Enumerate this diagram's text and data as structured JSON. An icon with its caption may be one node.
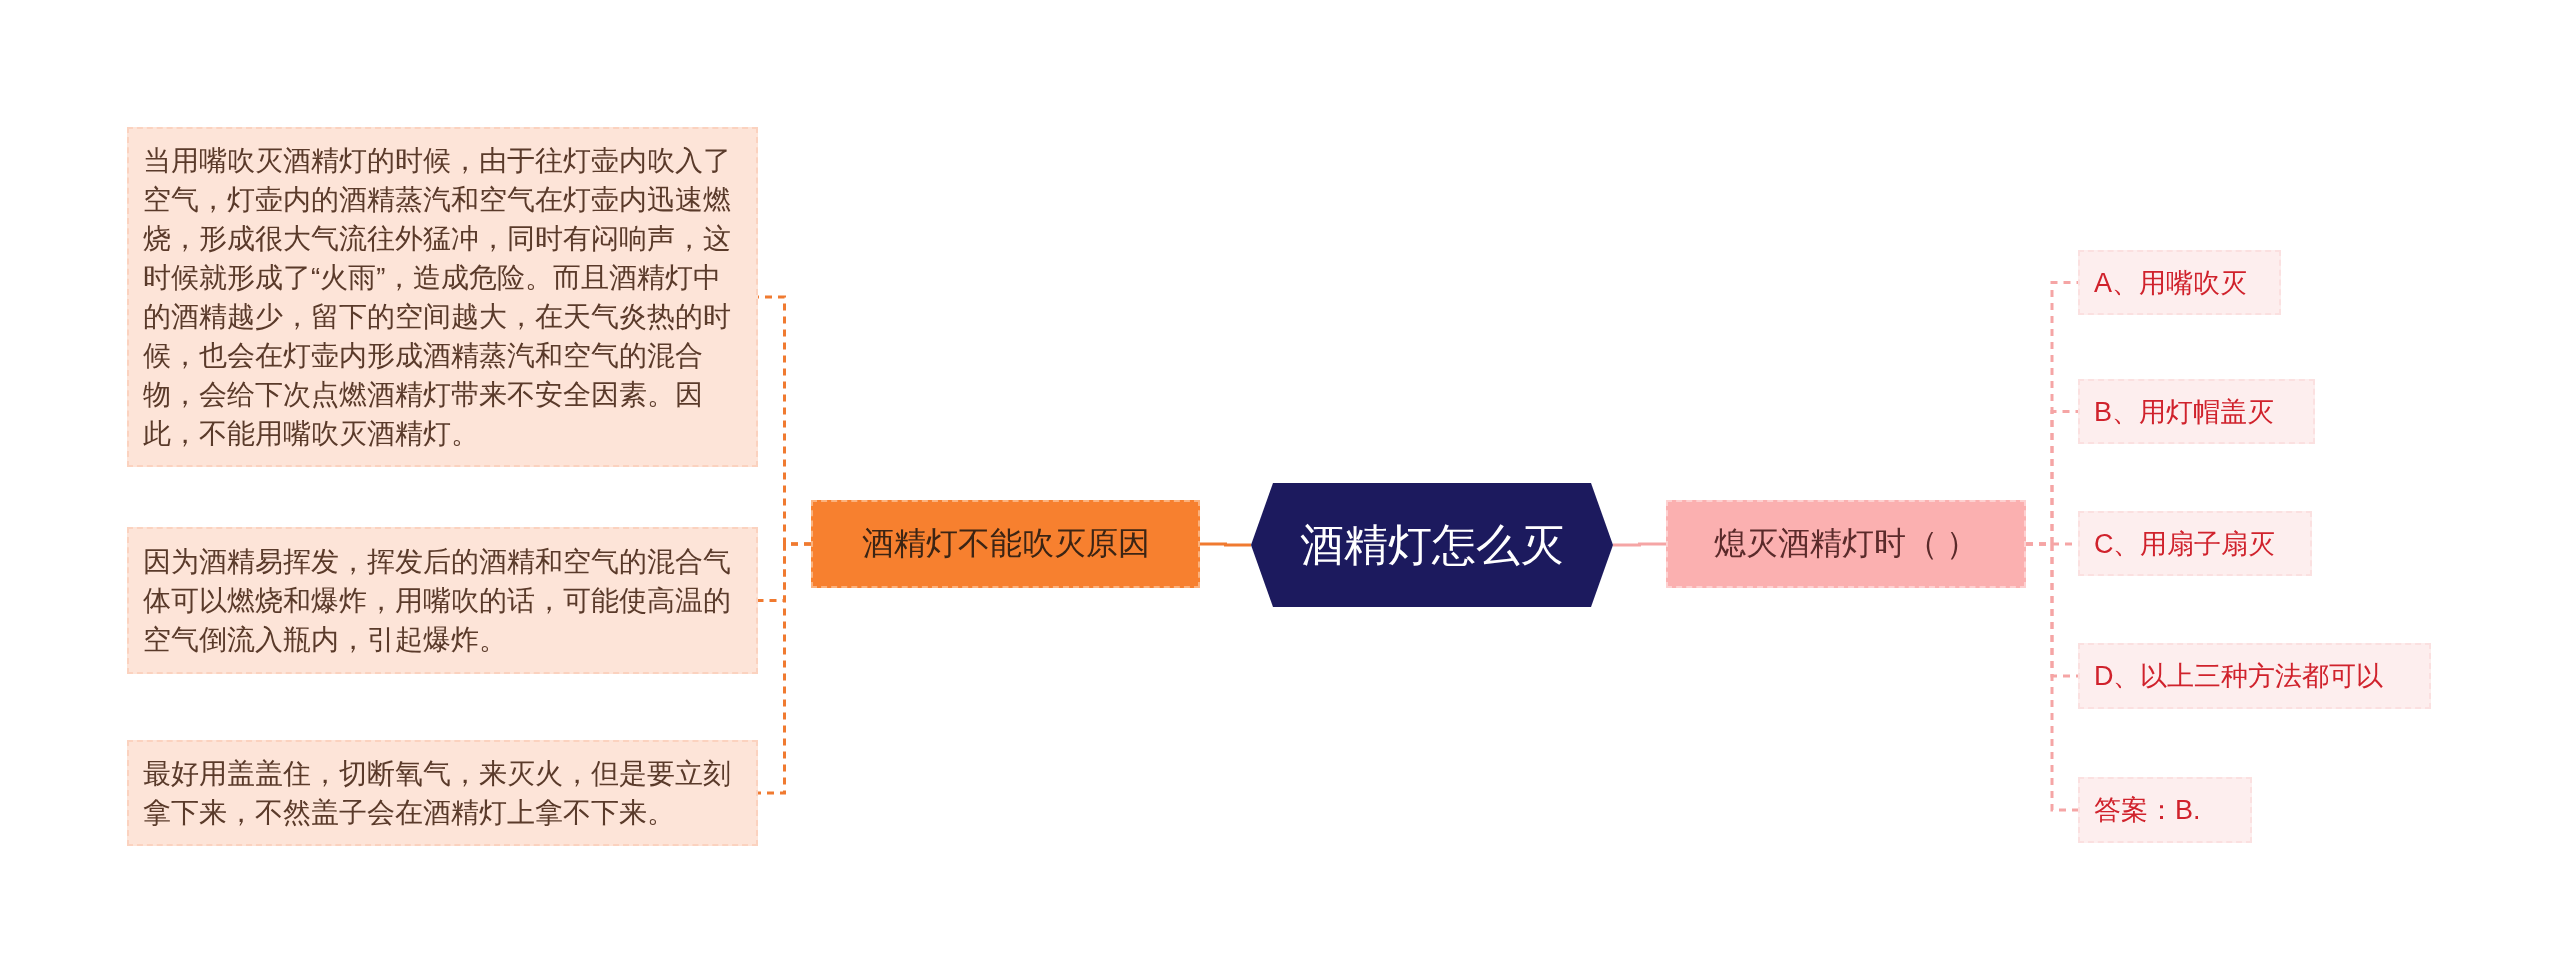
{
  "diagram": {
    "nodes": [
      {
        "text": [
          "酒精灯怎么灭"
        ]
      },
      {
        "text": [
          "酒精灯不能吹灭原因"
        ]
      },
      {
        "text": [
          "当用嘴吹灭酒精灯的时候，由于往灯壶内吹入了空气，灯壶内的酒精蒸汽和空气在灯壶内迅速燃烧，形成很大气流往外猛冲，同时有闷响声，这时候就形成了“火雨”，造成危险。而且酒精灯中的酒精越少，留下的空间越大，在天气炎热的时候，也会在灯壶内形成酒精蒸汽和空气的混合物，会给下次点燃酒精灯带来不安全因素。因此，不能用嘴吹灭酒精灯。"
        ]
      },
      {
        "text": [
          "因为酒精易挥发，挥发后的酒精和空气的混合气体可以燃烧和爆炸，用嘴吹的话，可能使高温的空气倒流入瓶内，引起爆炸。"
        ]
      },
      {
        "text": [
          "最好用盖盖住，切断氧气，来灭火，但是要立刻拿下来，不然盖子会在酒精灯上拿不下来。"
        ]
      },
      {
        "text": [
          "熄灭酒精灯时（ ）"
        ]
      },
      {
        "text": [
          "A、用嘴吹灭"
        ]
      },
      {
        "text": [
          "B、用灯帽盖灭"
        ]
      },
      {
        "text": [
          "C、用扇子扇灭"
        ]
      },
      {
        "text": [
          "D、以上三种方法都可以"
        ]
      },
      {
        "text": [
          "答案：B."
        ]
      }
    ],
    "edges": [
      {
        "from": 0,
        "to": 1,
        "arrow": "none",
        "color": "#f07a30"
      },
      {
        "from": 1,
        "to": 2,
        "arrow": "none",
        "style": "dashed",
        "color": "#f07a30"
      },
      {
        "from": 1,
        "to": 3,
        "arrow": "none",
        "style": "dashed",
        "color": "#f07a30"
      },
      {
        "from": 1,
        "to": 4,
        "arrow": "none",
        "style": "dashed",
        "color": "#f07a30"
      },
      {
        "from": 0,
        "to": 5,
        "arrow": "none",
        "color": "#f5a5a5"
      },
      {
        "from": 5,
        "to": 6,
        "arrow": "none",
        "style": "dashed",
        "color": "#f5a5a5"
      },
      {
        "from": 5,
        "to": 7,
        "arrow": "none",
        "style": "dashed",
        "color": "#f5a5a5"
      },
      {
        "from": 5,
        "to": 8,
        "arrow": "none",
        "style": "dashed",
        "color": "#f5a5a5"
      },
      {
        "from": 5,
        "to": 9,
        "arrow": "none",
        "style": "dashed",
        "color": "#f5a5a5"
      },
      {
        "from": 5,
        "to": 10,
        "arrow": "none",
        "style": "dashed",
        "color": "#f5a5a5"
      }
    ]
  }
}
